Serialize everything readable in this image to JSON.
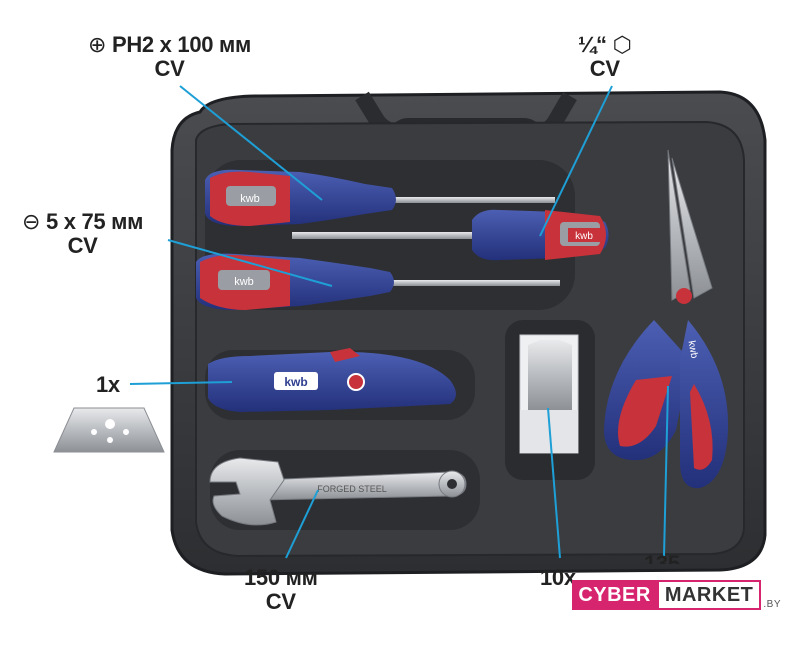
{
  "labels": {
    "phillips_line1": "PH2 x 100 мм",
    "phillips_line2": "CV",
    "hex_line1": "¼“",
    "hex_line2": "CV",
    "flat_line1": "5 x 75 мм",
    "flat_line2": "CV",
    "blade_count": "1x",
    "wrench_line1": "150 мм",
    "wrench_line2": "CV",
    "blades_pack": "10x",
    "scissors_cut": "135"
  },
  "symbols": {
    "phillips": "⊕",
    "flat": "⊖",
    "hex": "⬡"
  },
  "product_text": {
    "brand_on_tools": "kwb",
    "wrench_engraving": "FORGED   STEEL"
  },
  "watermark": {
    "part1": "CYBER",
    "part2": "MARKET",
    "suffix": ".BY"
  },
  "colors": {
    "case": "#3b3d40",
    "case_dark": "#25272a",
    "handle_blue": "#2f3f8f",
    "handle_red": "#c8323a",
    "handle_grey": "#9a9da3",
    "leader": "#1e9fd6",
    "watermark_pink": "#d6246e"
  }
}
